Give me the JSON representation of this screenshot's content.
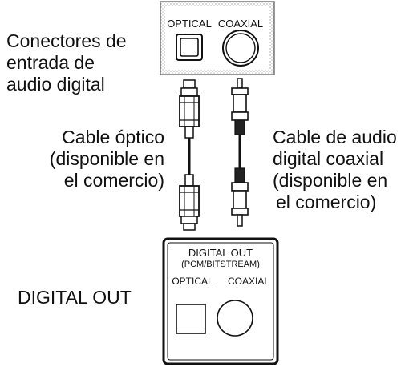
{
  "input_connectors": {
    "caption_lines": [
      "Conectores de",
      "entrada de",
      "audio digital"
    ],
    "optical_label": "OPTICAL",
    "coaxial_label": "COAXIAL"
  },
  "optical_cable": {
    "caption_lines": [
      "Cable óptico",
      "(disponible en",
      "el comercio)"
    ]
  },
  "coaxial_cable": {
    "caption_lines": [
      "Cable de audio",
      "digital coaxial",
      "(disponible en",
      "el comercio)"
    ]
  },
  "output_panel": {
    "caption": "DIGITAL OUT",
    "title_line1": "DIGITAL OUT",
    "title_line2": "(PCM/BITSTREAM)",
    "optical_label": "OPTICAL",
    "coaxial_label": "COAXIAL"
  },
  "colors": {
    "ink": "#111111",
    "panel_fill": "#ffffff",
    "hatch": "#666666"
  }
}
